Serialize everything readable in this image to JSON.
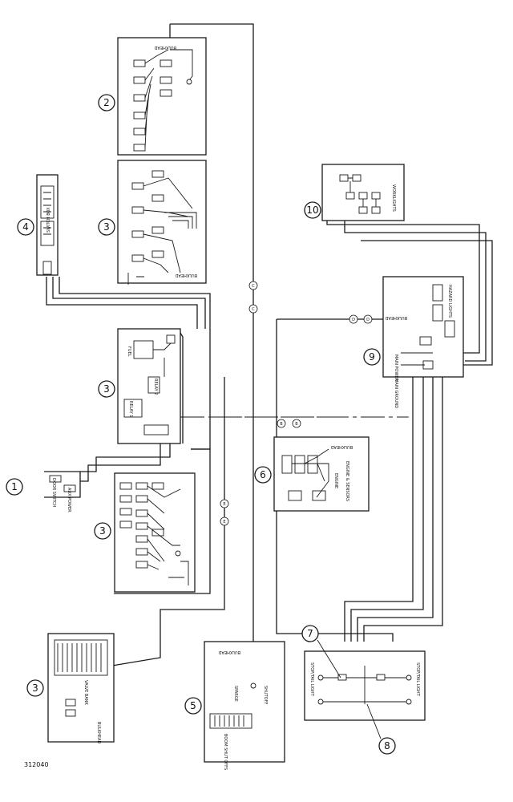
{
  "figure_number": "312040",
  "callouts": [
    "1",
    "2",
    "3",
    "3",
    "3",
    "3",
    "4",
    "5",
    "6",
    "7",
    "8",
    "9",
    "10"
  ],
  "labels": {
    "bulkhead_top": "BULKHEAD",
    "bulkhead_3b": "BULKHEAD",
    "bulkhead_5": "BULKHEAD",
    "bulkhead_6": "BULKHEAD",
    "bulkhead_9": "BULKHEAD",
    "bulkhead_1": "BULKHEAD",
    "relay_1": "RELAY 1",
    "relay_2": "RELAY 2",
    "fuel_label": "FUEL",
    "door_switch": "DOOR SWITCH",
    "aux_power": "AUX POWER",
    "valve_bank": "VALVE BANK",
    "sparge": "SPARGE",
    "shutoff": "SHUTOFF",
    "boom_shutoffs": "BOOM SHUT OFFS",
    "engine_sensors": "ENGINE & SENSORS",
    "engine": "ENGINE",
    "stop_tail_light_left": "STOP/TAIL LIGHT",
    "stop_tail_light_right": "STOP/TAIL LIGHT",
    "worklights": "WORKLIGHTS",
    "main_power": "MAIN POWER",
    "main_ground": "MAIN GROUND",
    "hazard_lights": "HAZARD LIGHTS",
    "switch_box": "SWITCH BOX"
  },
  "connector_markers": [
    "C",
    "C",
    "D",
    "D",
    "B",
    "B",
    "E",
    "E"
  ]
}
